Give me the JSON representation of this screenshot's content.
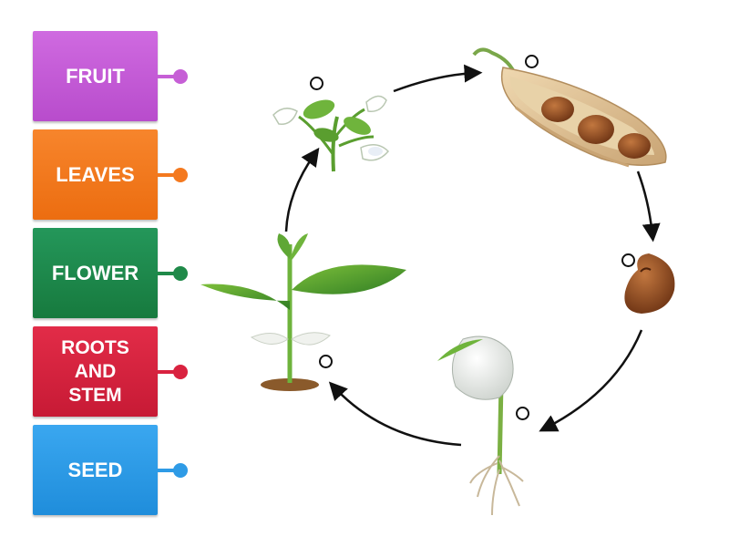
{
  "labels": [
    {
      "id": "fruit",
      "text": "FRUIT",
      "color": "#c65fd6",
      "dark": "#a43fb8"
    },
    {
      "id": "leaves",
      "text": "LEAVES",
      "color": "#f4791f",
      "dark": "#d65f0c"
    },
    {
      "id": "flower",
      "text": "FLOWER",
      "color": "#1f8a49",
      "dark": "#136b36"
    },
    {
      "id": "roots",
      "text": "ROOTS\nAND\nSTEM",
      "color": "#d9223f",
      "dark": "#b21530"
    },
    {
      "id": "seed",
      "text": "SEED",
      "color": "#2e9be6",
      "dark": "#1a7fc9"
    }
  ],
  "stages": [
    "flowering-plant",
    "bean-pod",
    "bean-seed",
    "germinating-seed",
    "young-plant"
  ]
}
